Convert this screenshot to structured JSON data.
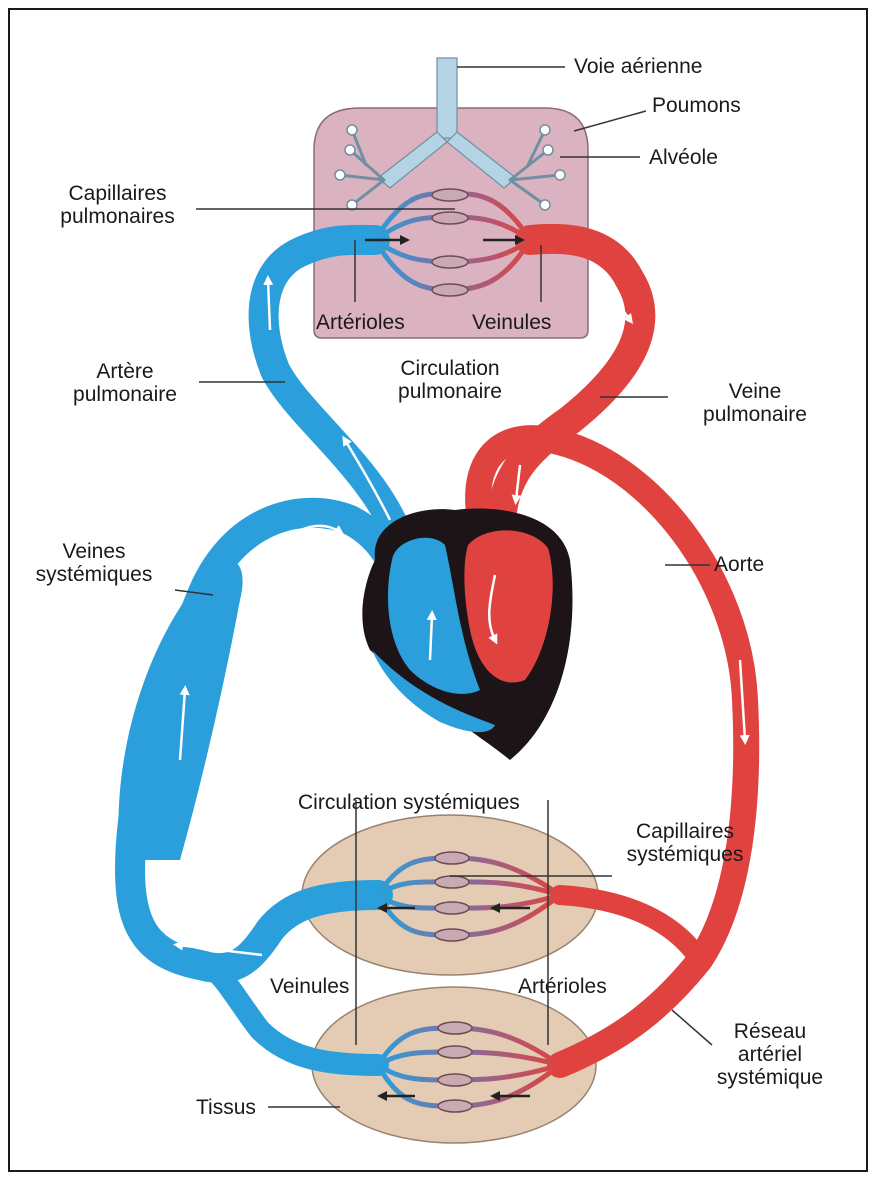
{
  "labels": {
    "voie_aerienne": "Voie aérienne",
    "poumons": "Poumons",
    "alveole": "Alvéole",
    "capillaires_pulmonaires_1": "Capillaires",
    "capillaires_pulmonaires_2": "pulmonaires",
    "arterioles_pulm": "Artérioles",
    "veinules_pulm": "Veinules",
    "circulation_pulmonaire_1": "Circulation",
    "circulation_pulmonaire_2": "pulmonaire",
    "artere_pulmonaire_1": "Artère",
    "artere_pulmonaire_2": "pulmonaire",
    "veine_pulmonaire_1": "Veine",
    "veine_pulmonaire_2": "pulmonaire",
    "veines_systemiques_1": "Veines",
    "veines_systemiques_2": "systémiques",
    "aorte": "Aorte",
    "circulation_systemiques": "Circulation systémiques",
    "capillaires_systemiques_1": "Capillaires",
    "capillaires_systemiques_2": "systémiques",
    "veinules_sys": "Veinules",
    "arterioles_sys": "Artérioles",
    "reseau_1": "Réseau",
    "reseau_2": "artériel",
    "reseau_3": "systémique",
    "tissus": "Tissus"
  },
  "colors": {
    "venous_blue": "#2a9fdc",
    "arterial_red": "#e0433f",
    "lung_tissue": "#dbb2c0",
    "body_tissue": "#e3cbb4",
    "airway": "#b4d3e4",
    "heart_muscle": "#1c1416"
  }
}
